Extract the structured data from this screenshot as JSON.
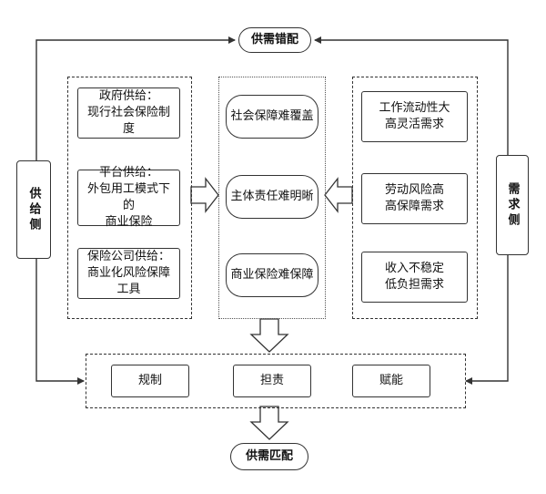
{
  "top_label": "供需错配",
  "bottom_label": "供需匹配",
  "left_side": "供给侧",
  "right_side": "需求侧",
  "supply_items": [
    "政府供给：\n现行社会保险制度",
    "平台供给：\n外包用工模式下的\n商业保险",
    "保险公司供给：\n商业化风险保障工具"
  ],
  "problem_items": [
    "社会保障难覆盖",
    "主体责任难明晰",
    "商业保险难保障"
  ],
  "demand_items": [
    "工作流动性大\n高灵活需求",
    "劳动风险高\n高保障需求",
    "收入不稳定\n低负担需求"
  ],
  "solution_items": [
    "规制",
    "担责",
    "赋能"
  ]
}
